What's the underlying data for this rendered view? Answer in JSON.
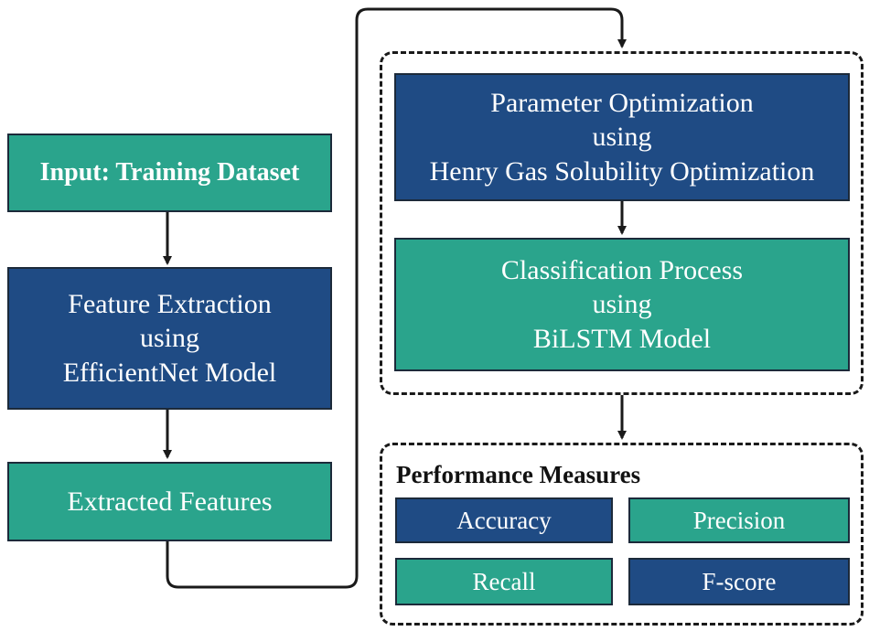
{
  "left_column": {
    "input": {
      "label": "Input: Training Dataset"
    },
    "feature_extraction": {
      "lines": [
        "Feature Extraction",
        "using",
        "EfficientNet Model"
      ]
    },
    "extracted": {
      "label": "Extracted Features"
    }
  },
  "right_column": {
    "optimization": {
      "lines": [
        "Parameter Optimization",
        "using",
        "Henry Gas Solubility Optimization"
      ]
    },
    "classification": {
      "lines": [
        "Classification Process",
        "using",
        "BiLSTM Model"
      ]
    }
  },
  "performance": {
    "heading": "Performance Measures",
    "metrics": [
      "Accuracy",
      "Precision",
      "Recall",
      "F-score"
    ]
  },
  "colors": {
    "teal": "#2aa48c",
    "navy": "#1f4b84",
    "border": "#1c2a3a"
  }
}
